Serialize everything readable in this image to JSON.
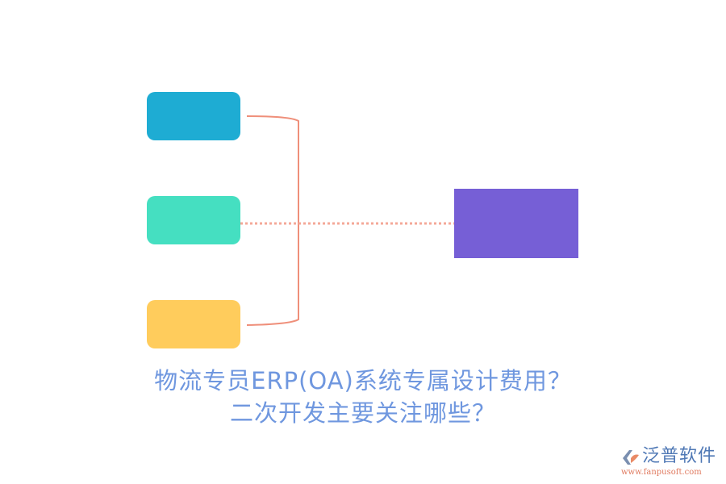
{
  "diagram": {
    "nodes": [
      {
        "id": "blue-box",
        "color": "#1eacd3",
        "label": ""
      },
      {
        "id": "teal-box",
        "color": "#45dfc1",
        "label": ""
      },
      {
        "id": "yellow-box",
        "color": "#ffcc5c",
        "label": ""
      },
      {
        "id": "purple-box",
        "color": "#765fd6",
        "label": ""
      }
    ],
    "connector_color": "#ef8f7a",
    "dotted_color": "#f4a898"
  },
  "title": {
    "line1": "物流专员ERP(OA)系统专属设计费用？",
    "line2": "二次开发主要关注哪些？"
  },
  "logo": {
    "name": "泛普软件",
    "url": "www.fanpusoft.com"
  }
}
